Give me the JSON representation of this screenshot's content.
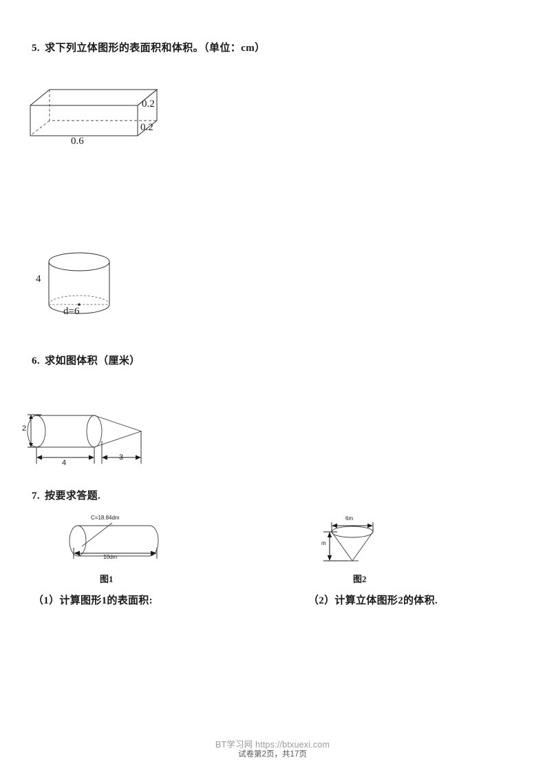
{
  "document": {
    "questions": [
      {
        "number": "5.",
        "text": "求下列立体图形的表面积和体积。（单位：cm）"
      },
      {
        "number": "6.",
        "text": "求如图体积（厘米）"
      },
      {
        "number": "7.",
        "text": "按要求答题."
      }
    ],
    "figures": {
      "cuboid": {
        "length_label": "0.6",
        "height_label": "0.2",
        "depth_label": "0.2"
      },
      "cylinder": {
        "height_label": "4",
        "diameter_label": "d=6",
        "diameter_var": "d",
        "diameter_value": "=6"
      },
      "cylinder_cone": {
        "diameter_label": "2",
        "cylinder_length_label": "4",
        "cone_length_label": "3"
      },
      "figure1": {
        "circumference_label": "C=18.84dm",
        "length_label": "10dm",
        "caption": "图1"
      },
      "figure2": {
        "diameter_label": "6m",
        "height_label": "m",
        "caption": "图2"
      }
    },
    "subquestions": [
      {
        "label": "（1）计算图形1的表面积:"
      },
      {
        "label": "（2）计算立体图形2的体积."
      }
    ],
    "footer": {
      "watermark": "BT学习网 https://btxuexi.com",
      "page_label": "试卷第2页，共17页"
    }
  }
}
